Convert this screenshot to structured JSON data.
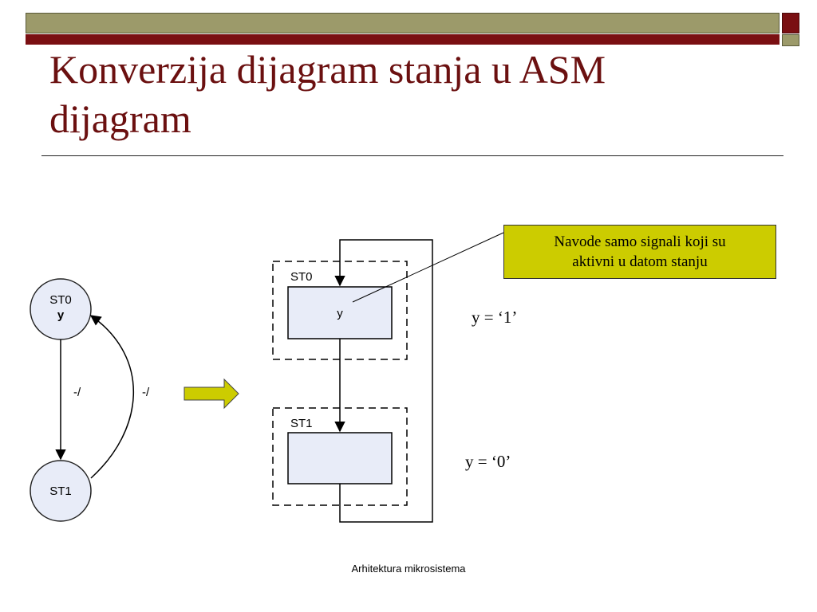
{
  "slide": {
    "title_line1": "Konverzija dijagram stanja u ASM",
    "title_line2": "dijagram",
    "footer": "Arhitektura mikrosistema"
  },
  "state_diagram": {
    "state0_name": "ST0",
    "state0_output": "y",
    "state1_name": "ST1",
    "transition_down_label": "-/",
    "transition_up_label": "-/"
  },
  "asm_diagram": {
    "block0_label": "ST0",
    "block0_output": "y",
    "block1_label": "ST1"
  },
  "callout": {
    "line1": "Navode samo signali koji su",
    "line2": "aktivni u datom stanju"
  },
  "equations": {
    "st0": "y = ‘1’",
    "st1": "y = ‘0’"
  },
  "colors": {
    "title": "#6b1010",
    "band_olive": "#9c9a6a",
    "band_red": "#7a0f12",
    "callout_bg": "#cccc00",
    "state_fill": "#e8ecf8",
    "arrow_fill": "#cccc00"
  }
}
